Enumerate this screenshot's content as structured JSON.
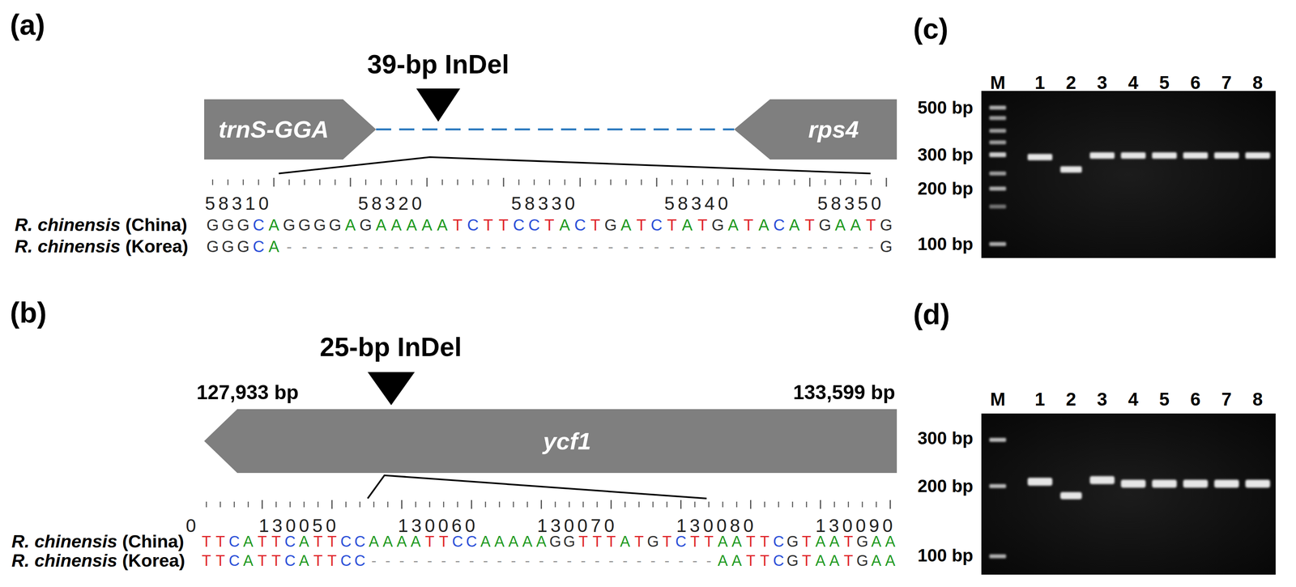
{
  "diagram": {
    "nodes": [
      {
        "text": [
          "trnS-GGA"
        ]
      },
      {
        "text": [
          "rps4"
        ]
      },
      {
        "text": [
          "ycf1"
        ]
      }
    ],
    "edges": [
      {
        "from": 0,
        "to": 1,
        "arrow": "none"
      }
    ],
    "labels": [
      "(a)",
      "39-bp InDel",
      "58310",
      "58320",
      "58330",
      "58340",
      "58350",
      "R. chinensis (China)",
      "GGGCAGGGGAGAAAAATCTTCCTACTGATCTATGATACATGAATG",
      "R. chinensis (Korea)",
      "GGGCA---------------------------------------G",
      "(b)",
      "25-bp InDel",
      "127,933 bp",
      "133,599 bp",
      "0",
      "130050",
      "130060",
      "130070",
      "130080",
      "130090",
      "R. chinensis (China)",
      "TTCATTCATTCCAAAATTCCAAAAAGGTTTATGTCTTAATTCGTAATGAA",
      "R. chinensis (Korea)",
      "TTCATTCATTCC-------------------------AATTCGTAATGAA",
      "(c)",
      "M",
      "1",
      "2",
      "3",
      "4",
      "5",
      "6",
      "7",
      "8",
      "500 bp",
      "300 bp",
      "200 bp",
      "100 bp",
      "(d)",
      "M",
      "1",
      "2",
      "3",
      "4",
      "5",
      "6",
      "7",
      "8",
      "300 bp",
      "200 bp",
      "100 bp"
    ]
  }
}
